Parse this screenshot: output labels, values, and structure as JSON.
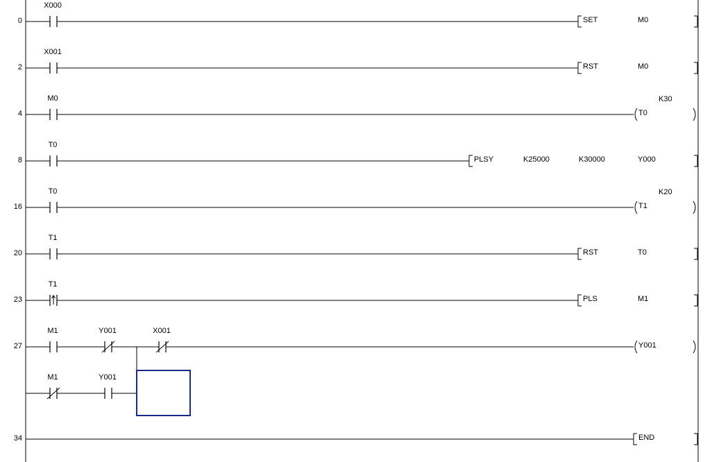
{
  "ladder": {
    "rungs": [
      {
        "step": "0",
        "contacts": [
          {
            "label": "X000",
            "kind": "NO"
          }
        ],
        "instruction": {
          "kind": "bracket",
          "op": "SET",
          "args": [
            "M0"
          ]
        }
      },
      {
        "step": "2",
        "contacts": [
          {
            "label": "X001",
            "kind": "NO"
          }
        ],
        "instruction": {
          "kind": "bracket",
          "op": "RST",
          "args": [
            "M0"
          ]
        }
      },
      {
        "step": "4",
        "contacts": [
          {
            "label": "M0",
            "kind": "NO"
          }
        ],
        "instruction": {
          "kind": "coil",
          "op": "T0",
          "args": [],
          "k": "K30"
        }
      },
      {
        "step": "8",
        "contacts": [
          {
            "label": "T0",
            "kind": "NO"
          }
        ],
        "instruction": {
          "kind": "bracket",
          "op": "PLSY",
          "args": [
            "K25000",
            "K30000",
            "Y000"
          ]
        }
      },
      {
        "step": "16",
        "contacts": [
          {
            "label": "T0",
            "kind": "NO"
          }
        ],
        "instruction": {
          "kind": "coil",
          "op": "T1",
          "args": [],
          "k": "K20"
        }
      },
      {
        "step": "20",
        "contacts": [
          {
            "label": "T1",
            "kind": "NO"
          }
        ],
        "instruction": {
          "kind": "bracket",
          "op": "RST",
          "args": [
            "T0"
          ]
        }
      },
      {
        "step": "23",
        "contacts": [
          {
            "label": "T1",
            "kind": "PULSE"
          }
        ],
        "instruction": {
          "kind": "bracket",
          "op": "PLS",
          "args": [
            "M1"
          ]
        }
      },
      {
        "step": "27",
        "contacts": [
          {
            "label": "M1",
            "kind": "NO"
          },
          {
            "label": "Y001",
            "kind": "NC"
          },
          {
            "label": "X001",
            "kind": "NC"
          }
        ],
        "instruction": {
          "kind": "coil",
          "op": "Y001",
          "args": []
        },
        "branch": {
          "contacts": [
            {
              "label": "M1",
              "kind": "NC"
            },
            {
              "label": "Y001",
              "kind": "NO"
            }
          ]
        }
      },
      {
        "step": "34",
        "contacts": [],
        "instruction": {
          "kind": "end",
          "op": "END",
          "args": []
        }
      }
    ]
  },
  "colors": {
    "wire": "#000000",
    "cursor": "#1a2a8c",
    "background": "#ffffff"
  }
}
